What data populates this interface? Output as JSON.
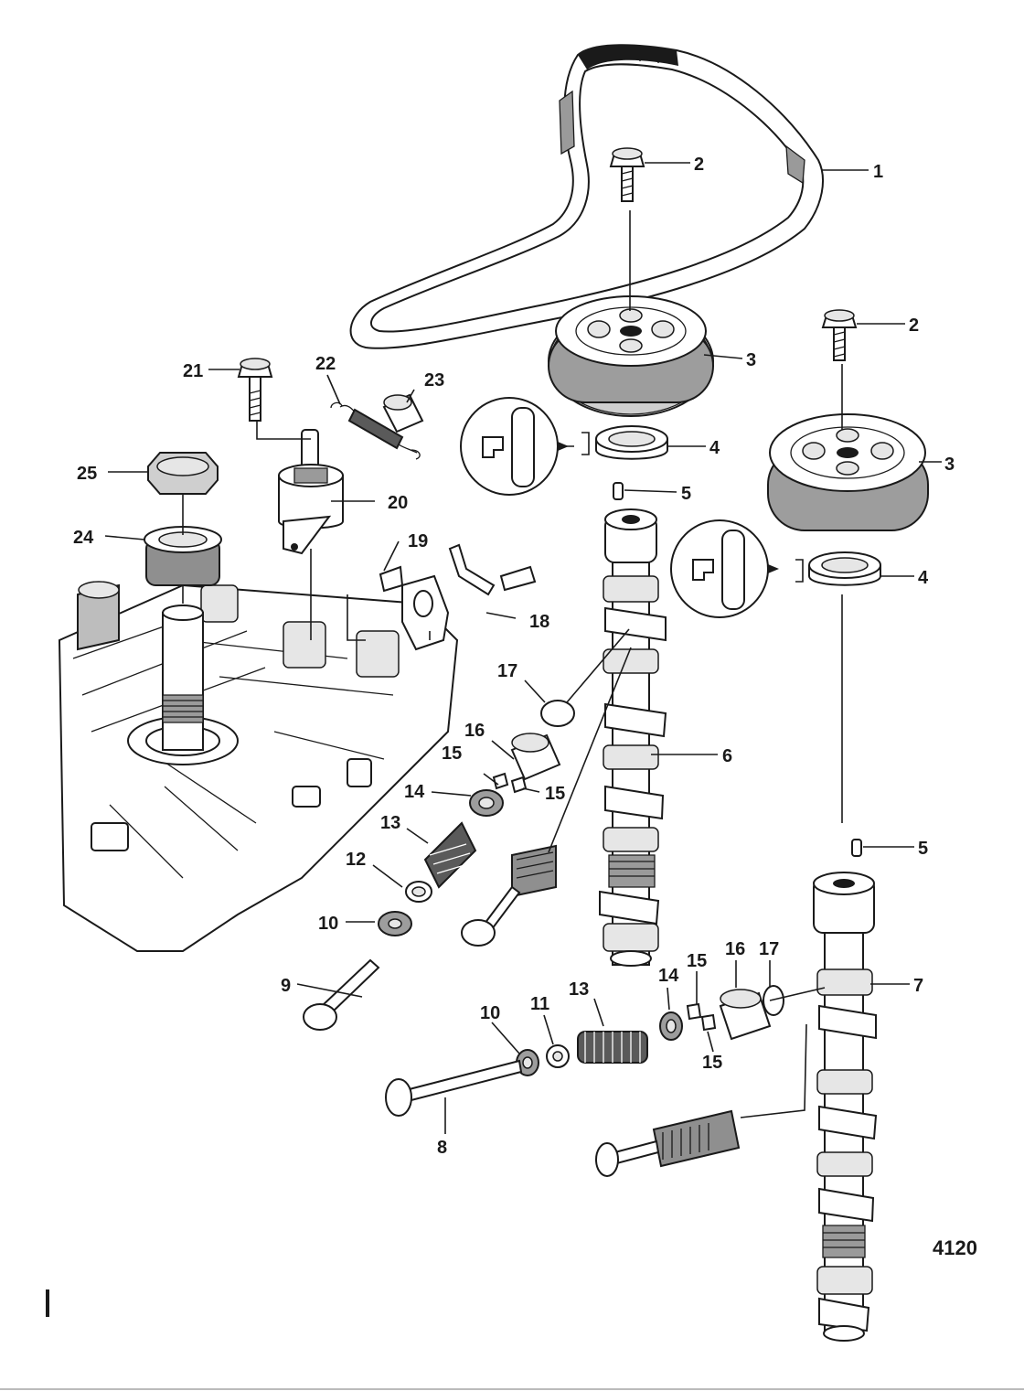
{
  "figure_number": "4120",
  "callouts": [
    {
      "id": "c1",
      "label": "1"
    },
    {
      "id": "c2a",
      "label": "2"
    },
    {
      "id": "c2b",
      "label": "2"
    },
    {
      "id": "c3a",
      "label": "3"
    },
    {
      "id": "c3b",
      "label": "3"
    },
    {
      "id": "c4a",
      "label": "4"
    },
    {
      "id": "c4b",
      "label": "4"
    },
    {
      "id": "c5a",
      "label": "5"
    },
    {
      "id": "c5b",
      "label": "5"
    },
    {
      "id": "c6",
      "label": "6"
    },
    {
      "id": "c7",
      "label": "7"
    },
    {
      "id": "c8",
      "label": "8"
    },
    {
      "id": "c9",
      "label": "9"
    },
    {
      "id": "c10a",
      "label": "10"
    },
    {
      "id": "c10b",
      "label": "10"
    },
    {
      "id": "c11",
      "label": "11"
    },
    {
      "id": "c12",
      "label": "12"
    },
    {
      "id": "c13a",
      "label": "13"
    },
    {
      "id": "c13b",
      "label": "13"
    },
    {
      "id": "c14a",
      "label": "14"
    },
    {
      "id": "c14b",
      "label": "14"
    },
    {
      "id": "c15a",
      "label": "15"
    },
    {
      "id": "c15b",
      "label": "15"
    },
    {
      "id": "c15c",
      "label": "15"
    },
    {
      "id": "c15d",
      "label": "15"
    },
    {
      "id": "c16a",
      "label": "16"
    },
    {
      "id": "c16b",
      "label": "16"
    },
    {
      "id": "c17a",
      "label": "17"
    },
    {
      "id": "c17b",
      "label": "17"
    },
    {
      "id": "c18",
      "label": "18"
    },
    {
      "id": "c19",
      "label": "19"
    },
    {
      "id": "c20",
      "label": "20"
    },
    {
      "id": "c21",
      "label": "21"
    },
    {
      "id": "c22",
      "label": "22"
    },
    {
      "id": "c23",
      "label": "23"
    },
    {
      "id": "c24",
      "label": "24"
    },
    {
      "id": "c25",
      "label": "25"
    }
  ]
}
